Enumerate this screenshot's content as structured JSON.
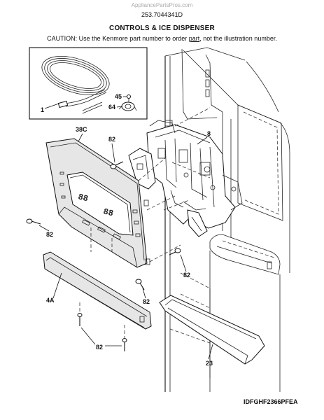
{
  "header": {
    "watermark": "AppliancePartsPros.com",
    "part_number": "253.7044341D",
    "title": "CONTROLS & ICE DISPENSER",
    "caution_before": "CAUTION: Use the Kenmore part number to order ",
    "caution_link": "part",
    "caution_after": ", not the illustration number."
  },
  "callouts": {
    "c1": "1",
    "c45": "45",
    "c64": "64",
    "c38c": "38C",
    "c82a": "82",
    "c8": "8",
    "c82b": "82",
    "c82c": "82",
    "c82d": "82",
    "c4a": "4A",
    "c82e": "82",
    "c23": "23"
  },
  "display": {
    "left_digits": "88",
    "right_digits": "88"
  },
  "footer": {
    "model_code": "IDFGHF2366PFEA"
  }
}
